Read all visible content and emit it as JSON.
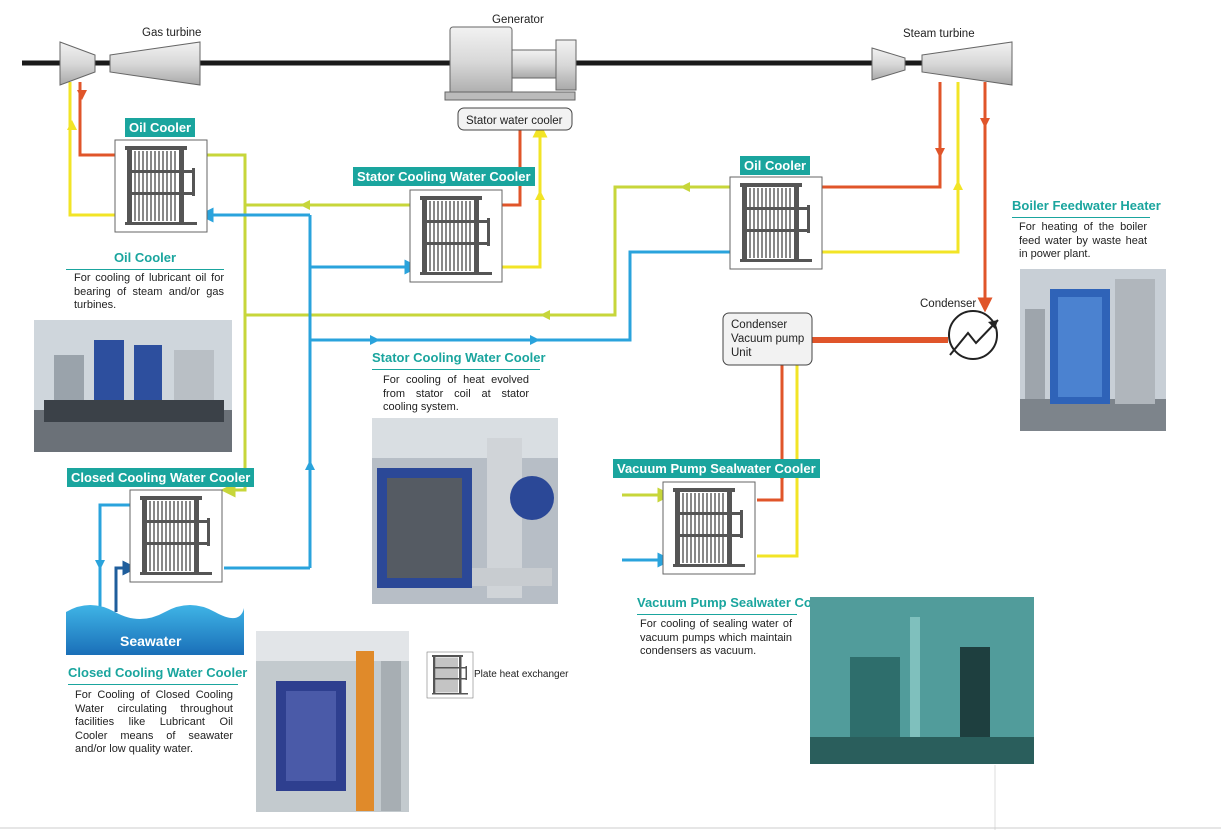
{
  "machines": {
    "gas_turbine": "Gas turbine",
    "generator": "Generator",
    "steam_turbine": "Steam turbine",
    "stator_water_cooler": "Stator water cooler",
    "condenser": "Condenser",
    "condenser_vacuum_pump": "Condenser\nVacuum pump\nUnit",
    "seawater": "Seawater"
  },
  "equipment_labels": {
    "oil_cooler_left": "Oil Cooler",
    "stator_cooling_water_cooler": "Stator Cooling Water Cooler",
    "oil_cooler_right": "Oil Cooler",
    "closed_cooling_water_cooler": "Closed Cooling Water Cooler",
    "vacuum_pump_sealwater_cooler": "Vacuum Pump Sealwater Cooler"
  },
  "descriptions": {
    "oil_cooler": {
      "title": "Oil Cooler",
      "text": "For cooling of lubricant oil for bearing of steam and/or gas turbines."
    },
    "stator_cooling_water_cooler": {
      "title": "Stator Cooling Water Cooler",
      "text": "For cooling of heat evolved from stator coil at stator cooling system."
    },
    "boiler_feedwater_heater": {
      "title": "Boiler Feedwater Heater",
      "text": "For heating of the boiler feed water by waste heat in power plant."
    },
    "closed_cooling_water_cooler": {
      "title": "Closed Cooling Water Cooler",
      "text": "For Cooling of Closed Cooling Water circulating throughout facilities like Lubricant Oil Cooler means of seawater and/or low quality water."
    },
    "vacuum_pump_sealwater_cooler": {
      "title": "Vacuum Pump Sealwater Cooler",
      "text": "For cooling of sealing water of vacuum pumps which maintain condensers as vacuum."
    }
  },
  "legend": {
    "plate_heat_exchanger": "Plate heat exchanger"
  },
  "colors": {
    "accent_teal": "#1aa59e",
    "hot_line": "#e0552a",
    "oil_line": "#f2e426",
    "green_line": "#c7d63a",
    "blue_line": "#2aa3dc",
    "dark_blue_line": "#1f5e9c",
    "shaft": "#1a1a1a"
  }
}
